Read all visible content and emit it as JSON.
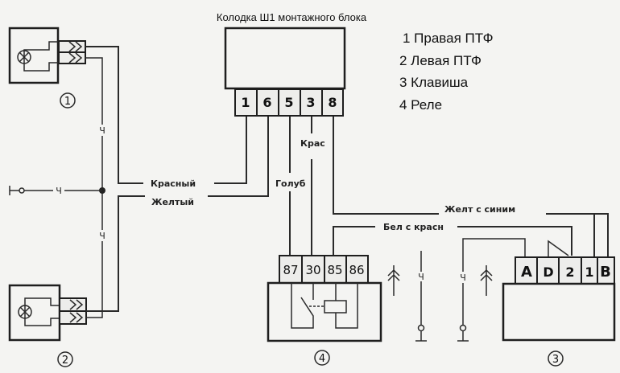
{
  "title": "Колодка Ш1 монтажного блока",
  "legend": [
    {
      "number": "1",
      "text": "Правая ПТФ"
    },
    {
      "number": "2",
      "text": "Левая ПТФ"
    },
    {
      "number": "3",
      "text": "Клавиша"
    },
    {
      "number": "4",
      "text": "Реле"
    }
  ],
  "legend_lines": [
    "1 Правая ПТФ",
    "2 Левая ПТФ",
    "3 Клавиша",
    "4 Реле"
  ],
  "connector_sh1": {
    "pins": [
      "1",
      "6",
      "5",
      "3",
      "8"
    ]
  },
  "relay": {
    "number": "4",
    "pins": [
      "87",
      "30",
      "85",
      "86"
    ]
  },
  "switch": {
    "number": "3",
    "pins": [
      "A",
      "D",
      "2",
      "1",
      "B"
    ]
  },
  "fog_lights": [
    {
      "number": "1",
      "name": "right-fog-light"
    },
    {
      "number": "2",
      "name": "left-fog-light"
    }
  ],
  "wire_labels": {
    "red": "Красный",
    "yellow": "Желтый",
    "red_short": "Крас",
    "blue": "Голуб",
    "yellow_blue": "Желт с синим",
    "white_red": "Бел с красн"
  },
  "ground_label": "Ч",
  "colors": {
    "line": "#2a2a2a",
    "background": "#f4f4f2"
  }
}
